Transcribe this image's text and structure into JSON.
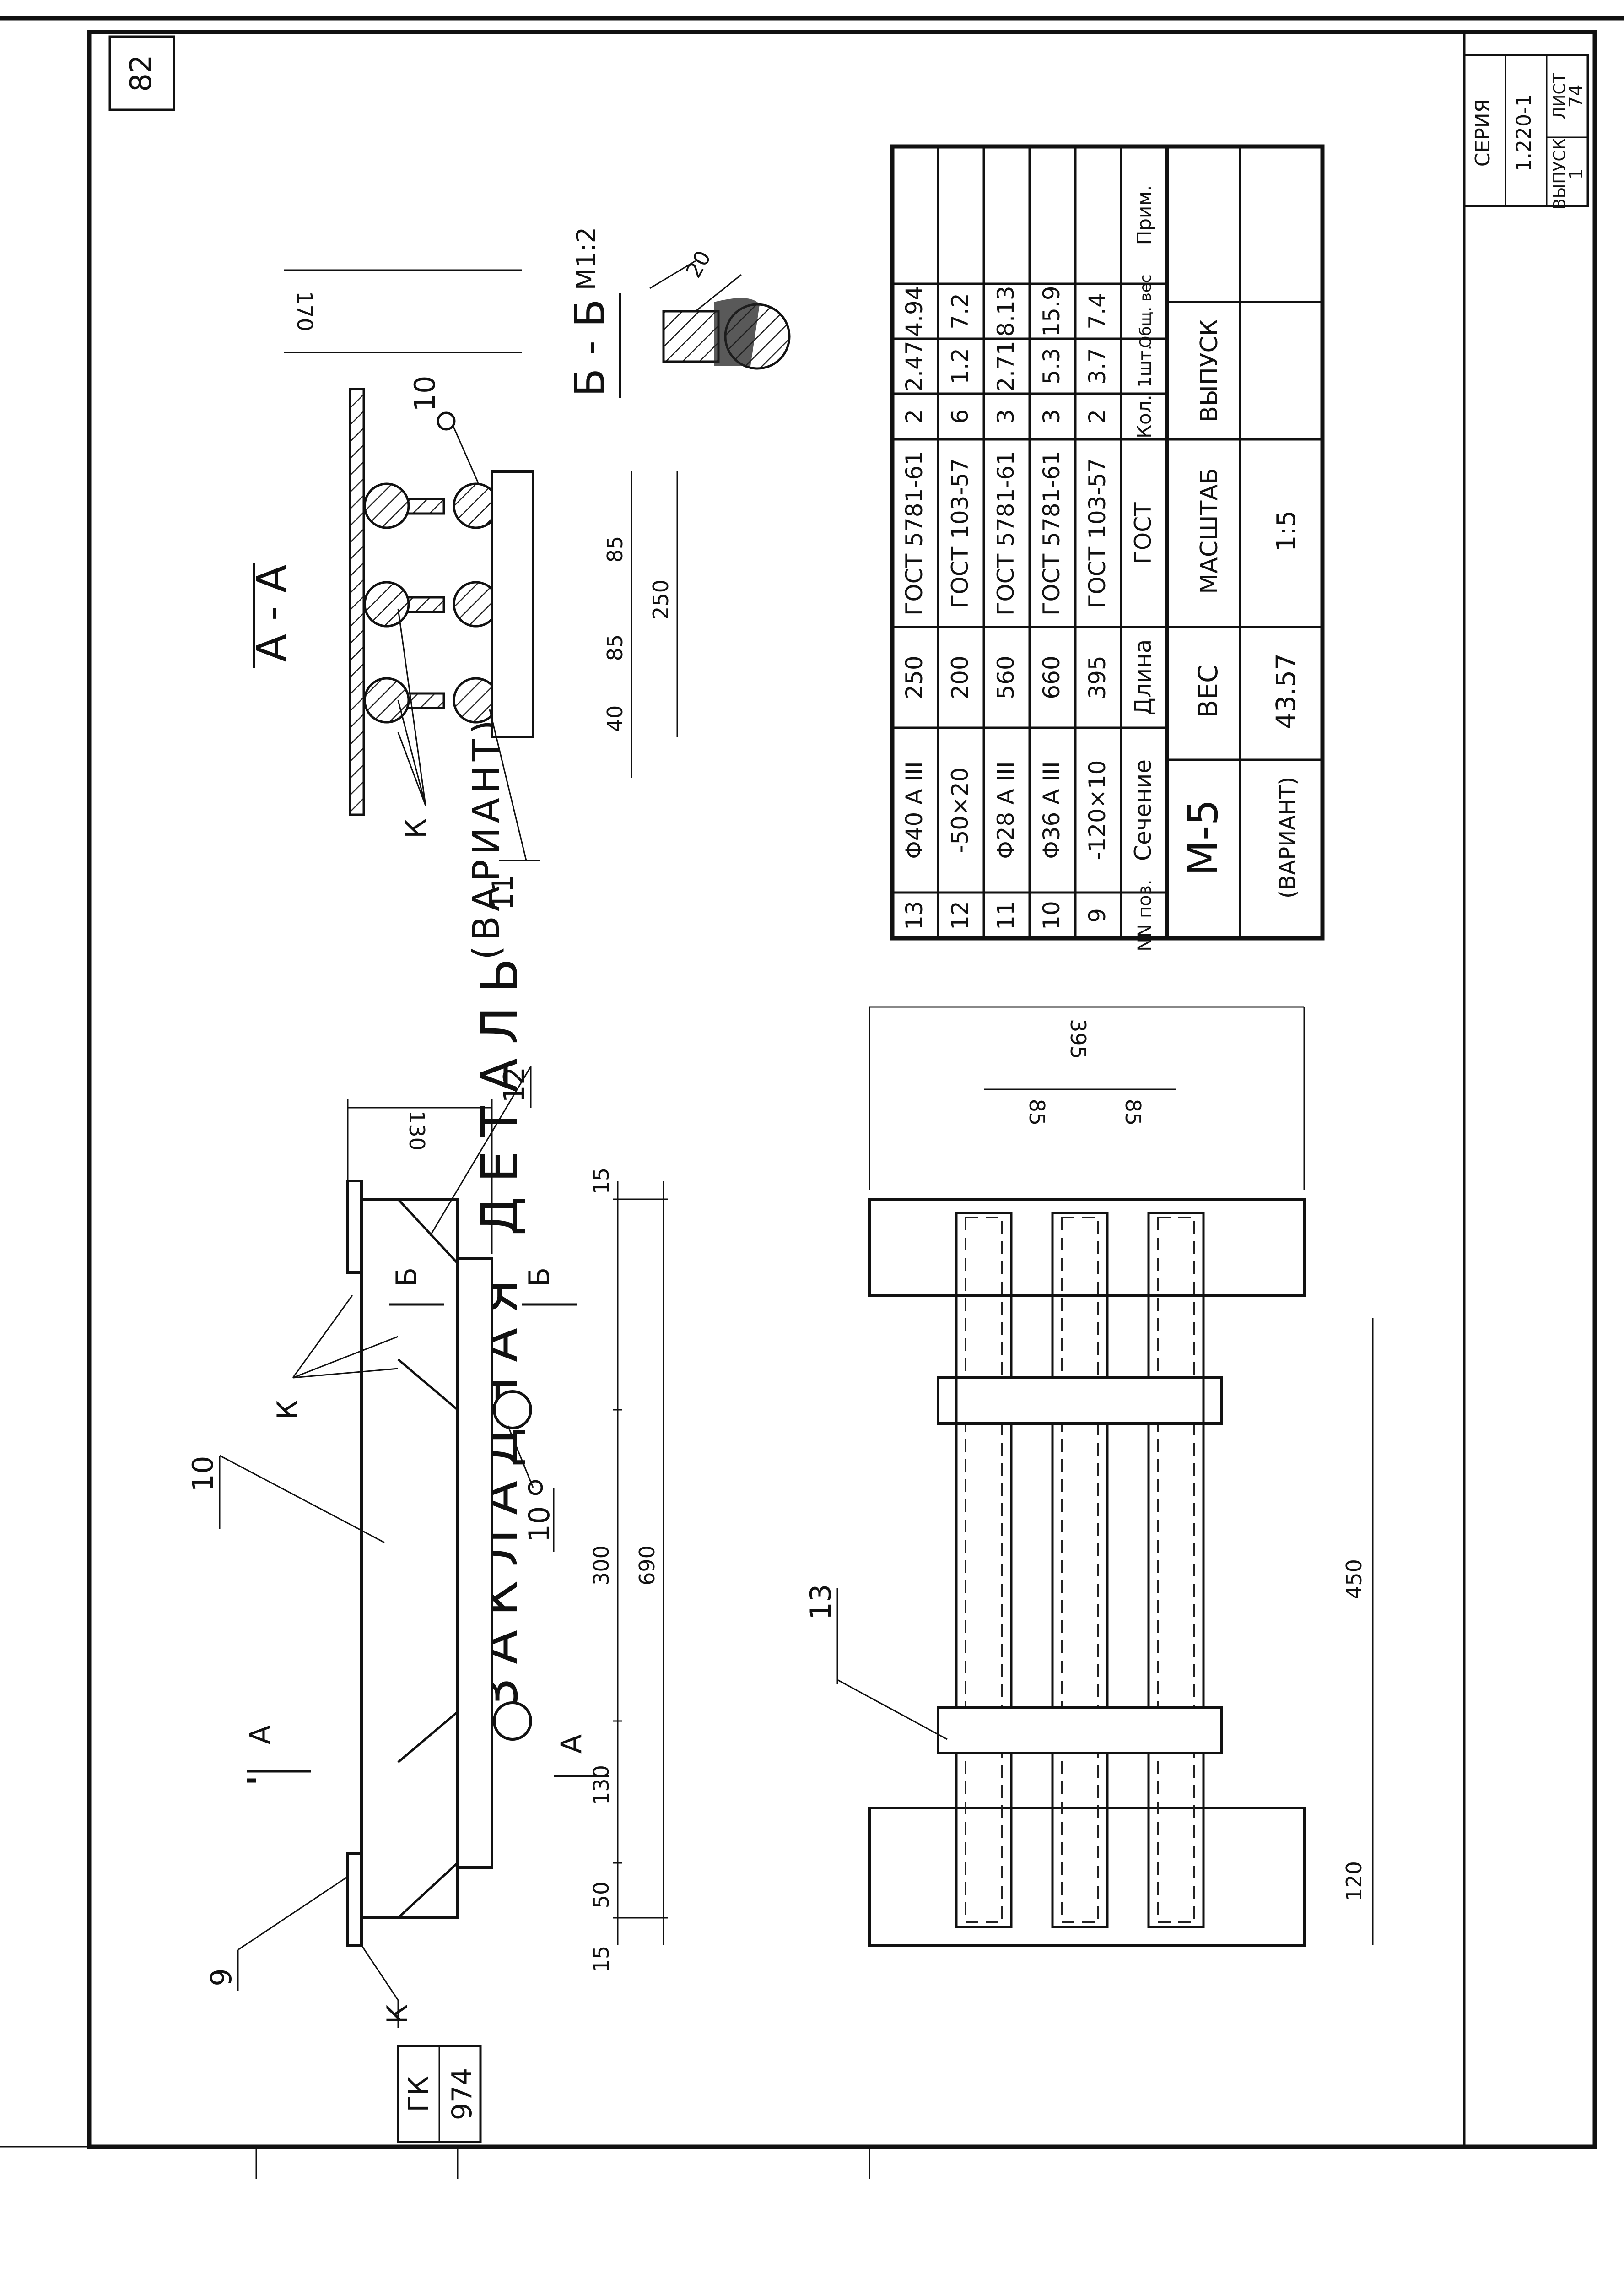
{
  "sheet": {
    "page_no": "82",
    "gk_label": "ГК",
    "gk_number": "974"
  },
  "stamp": {
    "series_label": "СЕРИЯ",
    "series_value": "1.220-1",
    "issue_label": "ВЫПУСК",
    "issue_value": "1",
    "sheet_label": "ЛИСТ",
    "sheet_value": "74"
  },
  "title": {
    "main": "ЗАКЛАДНАЯ ДЕТАЛЬ",
    "sub": "(ВАРИАНТ)"
  },
  "section_aa": {
    "label": "А - А",
    "weld": "К",
    "dims": [
      "40",
      "85",
      "85",
      "250",
      "170"
    ],
    "pos_upper": "10",
    "pos_lower": "11"
  },
  "section_bb": {
    "label": "Б - Б",
    "scale": "М1:2",
    "dim": "20"
  },
  "elevation": {
    "pos_top": "10",
    "pos_left": "9",
    "pos_right": "12",
    "pos_bar": "10",
    "weld_top": "К",
    "weld_bottom": "К",
    "cut_a": "А",
    "cut_b": "Б",
    "dims_horizontal": [
      "15",
      "50",
      "130",
      "300",
      "690",
      "15"
    ],
    "dim_height": "130"
  },
  "plan": {
    "pos": "13",
    "dims": [
      "120",
      "450",
      "395",
      "85",
      "85"
    ]
  },
  "spec_table": {
    "headers": [
      "NN поз.",
      "Сечение",
      "Длина",
      "ГОСТ",
      "Кол.",
      "1шт.",
      "Общ. вес",
      "Прим."
    ],
    "rows": [
      [
        "13",
        "Φ40 А III",
        "250",
        "ГОСТ 5781-61",
        "2",
        "2.47",
        "4.94",
        ""
      ],
      [
        "12",
        "-50×20",
        "200",
        "ГОСТ 103-57",
        "6",
        "1.2",
        "7.2",
        ""
      ],
      [
        "11",
        "Φ28 А III",
        "560",
        "ГОСТ 5781-61",
        "3",
        "2.71",
        "8.13",
        ""
      ],
      [
        "10",
        "Φ36 А III",
        "660",
        "ГОСТ 5781-61",
        "3",
        "5.3",
        "15.9",
        ""
      ],
      [
        "9",
        "-120×10",
        "395",
        "ГОСТ 103-57",
        "2",
        "3.7",
        "7.4",
        ""
      ]
    ],
    "footer": {
      "mark": "М-5",
      "mark_sub": "(ВАРИАНТ)",
      "weight_label": "ВЕС",
      "weight": "43.57",
      "scale_label": "МАСШТАБ",
      "scale": "1:5",
      "issue_label": "ВЫПУСК",
      "issue": ""
    }
  }
}
